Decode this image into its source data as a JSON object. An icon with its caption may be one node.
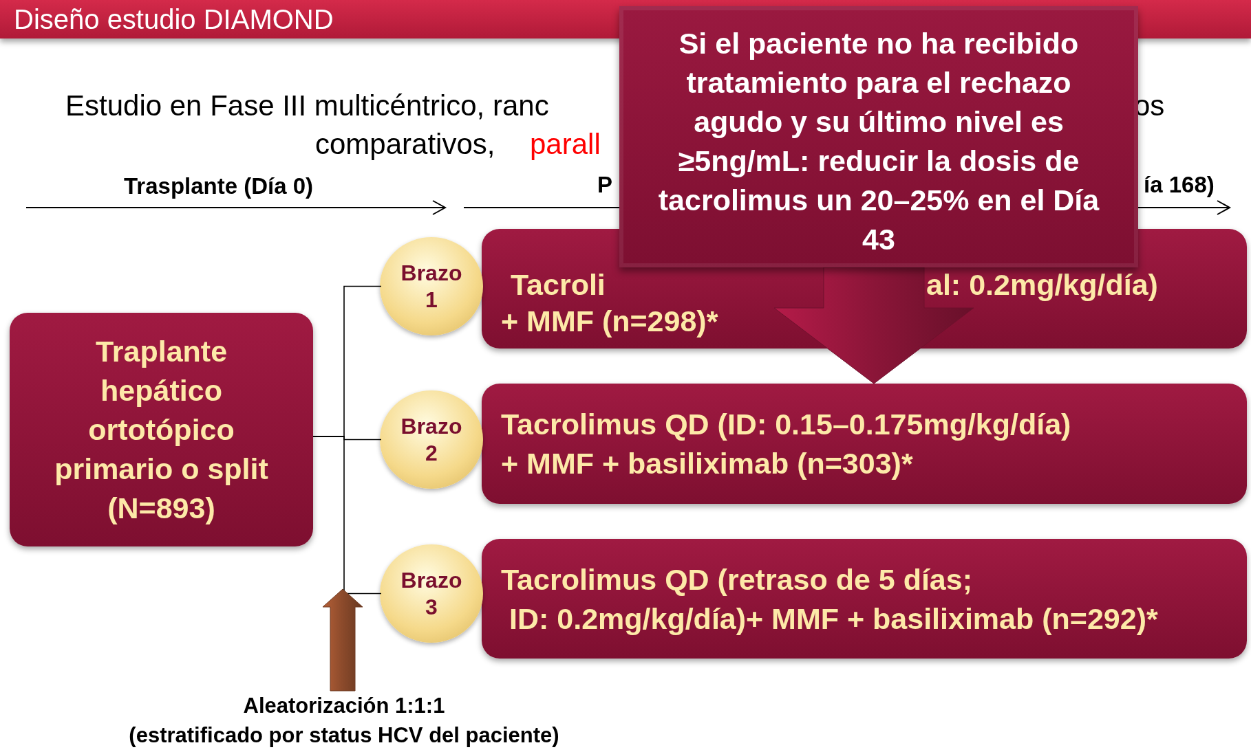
{
  "diagram": {
    "title": "Diseño estudio DIAMOND",
    "nodes": [
      {
        "text": [
          "Traplante hepático ortotópico primario o split (N=893)"
        ]
      },
      {
        "text": [
          "Brazo 1"
        ]
      },
      {
        "text": [
          "Tacroli",
          "al: 0.2mg/kg/día)",
          "+ MMF (n=298)*"
        ]
      },
      {
        "text": [
          "Brazo 2"
        ]
      },
      {
        "text": [
          "Tacrolimus QD (ID: 0.15–0.175mg/kg/día)",
          "+ MMF + basiliximab (n=303)*"
        ]
      },
      {
        "text": [
          "Brazo 3"
        ]
      },
      {
        "text": [
          "Tacrolimus QD (retraso de 5 días;",
          "ID: 0.2mg/kg/día)+ MMF + basiliximab (n=292)*"
        ]
      },
      {
        "text": [
          "Si el paciente no ha recibido tratamiento para el rechazo agudo y su último nivel es ≥5ng/mL: reducir la dosis de tacrolimus un 20–25% en el Día 43"
        ]
      },
      {
        "text": [
          "Aleatorización 1:1:1",
          "(estratificado por status HCV del paciente)"
        ]
      }
    ],
    "edges": [
      {
        "from": 0,
        "to": 1,
        "arrow": "none"
      },
      {
        "from": 0,
        "to": 3,
        "arrow": "none"
      },
      {
        "from": 0,
        "to": 5,
        "arrow": "none"
      },
      {
        "from": 7,
        "to": 4,
        "arrow": "to",
        "style": "thick",
        "color": "#8b1538"
      },
      {
        "from": 8,
        "to": null,
        "arrow": "to",
        "style": "thick",
        "color": "#8b4a2b"
      }
    ],
    "labels": [
      "Estudio en Fase III multicéntrico, ranc",
      "os",
      "comparativos,",
      "parall",
      "Trasplante (Día 0)",
      "P",
      "ía 168)"
    ]
  }
}
